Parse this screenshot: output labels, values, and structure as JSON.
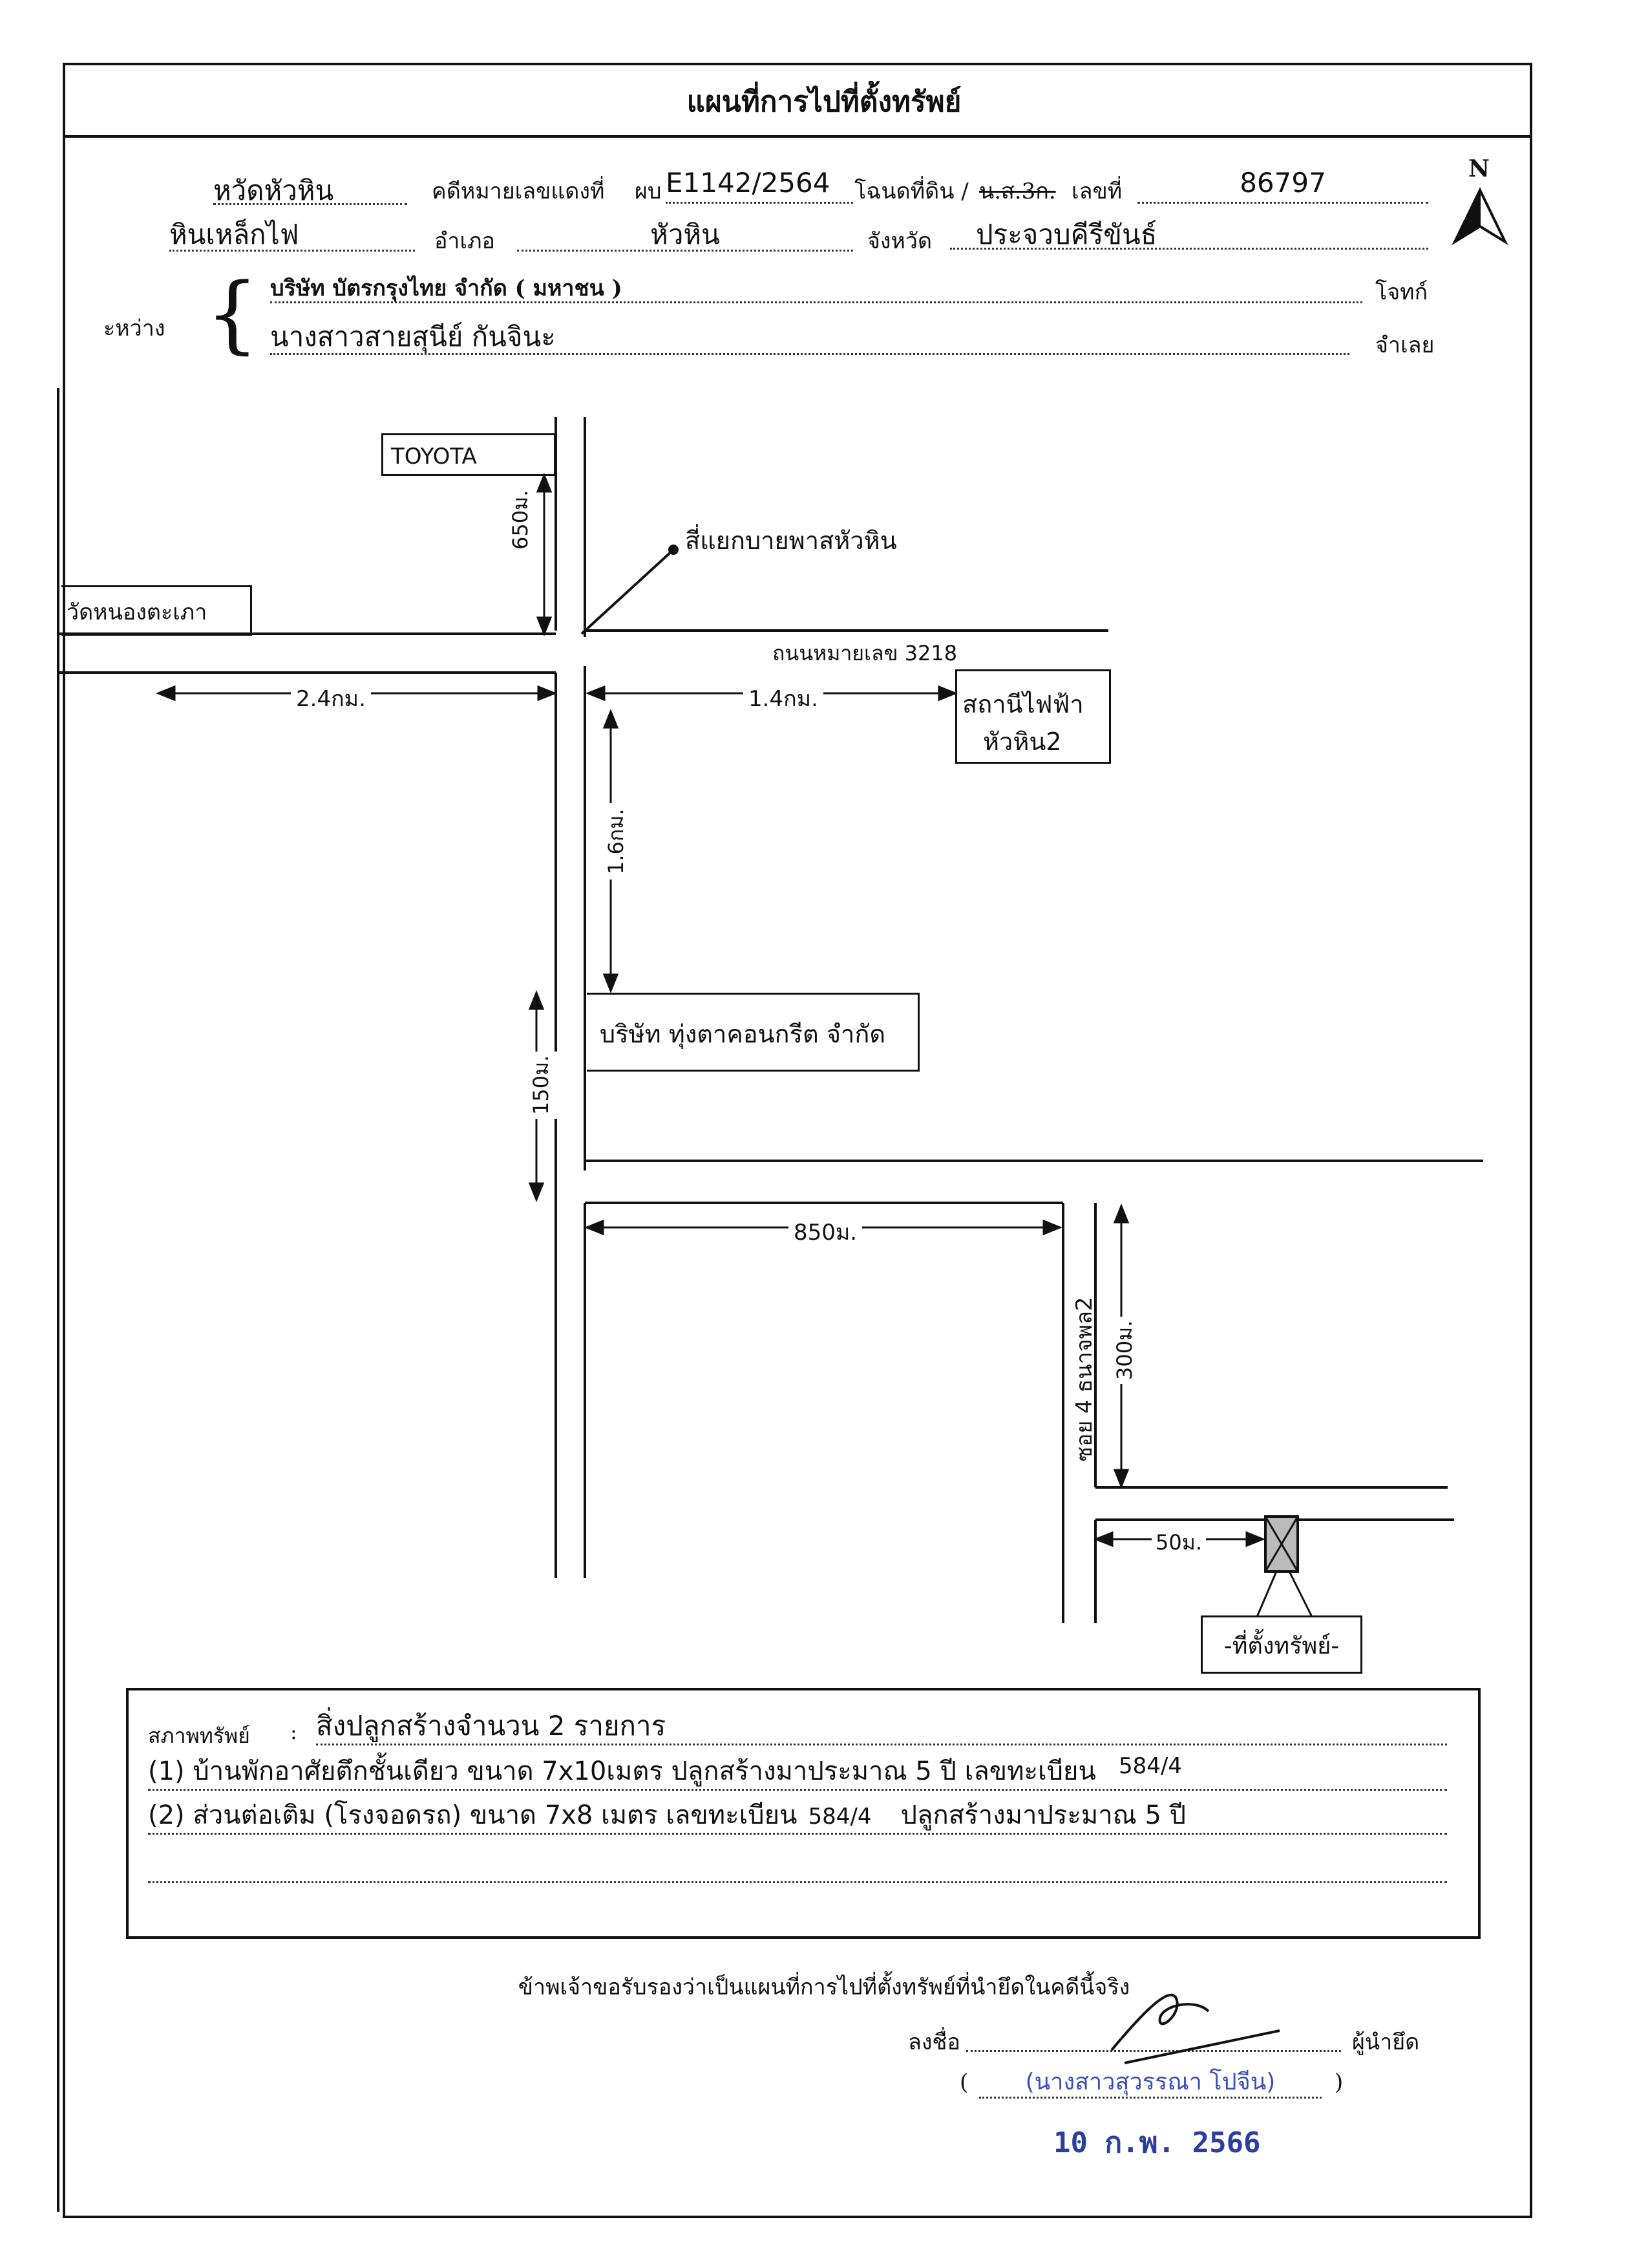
{
  "doc": {
    "title": "แผนที่การไปที่ตั้งทรัพย์",
    "row1": {
      "court_value": "หวัดหัวหิน",
      "case_label": "คดีหมายเลขแดงที่",
      "case_prefix": "ผบ",
      "case_value": "E1142/2564",
      "deed_label": "โฉนดที่ดิน /",
      "deed_struck": "น.ส.3ก.",
      "deed_no_label": "เลขที่",
      "deed_no_value": "86797"
    },
    "row2": {
      "subdistrict_value": "หินเหล็กไฟ",
      "district_label": "อำเภอ",
      "district_value": "หัวหิน",
      "province_label": "จังหวัด",
      "province_value": "ประจวบคีรีขันธ์"
    },
    "parties": {
      "between_label": "ะหว่าง",
      "plaintiff_value": "บริษัท บัตรกรุงไทย จำกัด ( มหาชน )",
      "plaintiff_label": "โจทก์",
      "defendant_value": "นางสาวสายสุนีย์ กันจินะ",
      "defendant_label": "จำเลย"
    },
    "compass": {
      "north_label": "N"
    },
    "map": {
      "toyota": "TOYOTA",
      "temple": "วัดหนองตะเภา",
      "dist_650": "650ม.",
      "intersection": "สี่แยกบายพาสหัวหิน",
      "highway": "ถนนหมายเลข 3218",
      "dist_2_4": "2.4กม.",
      "dist_1_4": "1.4กม.",
      "substation_line1": "สถานีไฟฟ้า",
      "substation_line2": "หัวหิน2",
      "dist_1_6": "1.6กม.",
      "company": "บริษัท ทุ่งตาคอนกรีต จำกัด",
      "dist_150": "150ม.",
      "dist_850": "850ม.",
      "soi": "ซอย 4 ธนาจพล2",
      "dist_300": "300ม.",
      "dist_50": "50ม.",
      "property_label": "-ที่ตั้งทรัพย์-"
    },
    "condition": {
      "label": "สภาพทรัพย์",
      "colon": ":",
      "line0": "สิ่งปลูกสร้างจำนวน 2 รายการ",
      "line1_text": "(1) บ้านพักอาศัยตึกชั้นเดียว ขนาด 7x10เมตร ปลูกสร้างมาประมาณ 5 ปี เลขทะเบียน",
      "line1_reg": "584/4",
      "line2_text": "(2) ส่วนต่อเติม (โรงจอดรถ) ขนาด 7x8 เมตร เลขทะเบียน",
      "line2_reg": "584/4",
      "line2_tail": "ปลูกสร้างมาประมาณ 5 ปี"
    },
    "certify": {
      "statement": "ข้าพเจ้าขอรับรองว่าเป็นแผนที่การไปที่ตั้งทรัพย์ที่นำยึดในคดีนี้จริง",
      "sign_label": "ลงชื่อ",
      "role": "ผู้นำยึด",
      "paren_open": "(",
      "paren_close": ")",
      "name": "(นางสาวสุวรรณา โปจีน)",
      "date_stamp": "10 ก.พ. 2566"
    },
    "colors": {
      "ink": "#111111",
      "stamp_blue": "#2b3f9e",
      "sig_blue": "#3a4fb8"
    }
  }
}
